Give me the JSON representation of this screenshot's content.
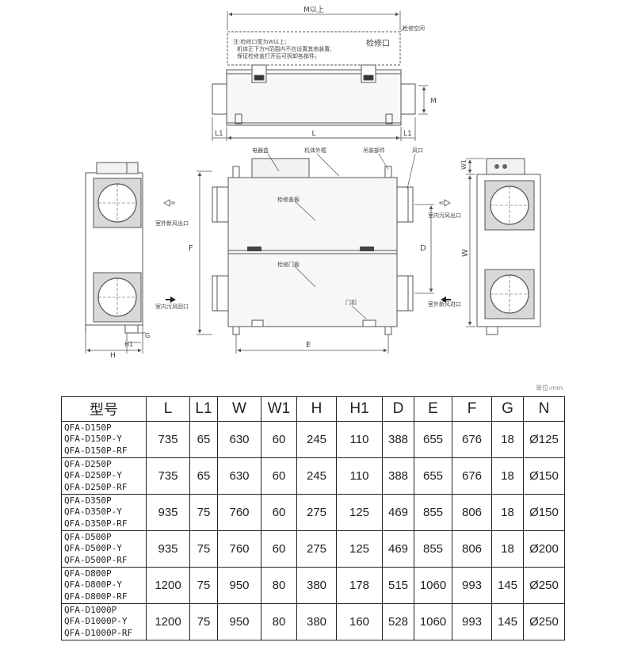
{
  "labels": {
    "top_width": "M以上",
    "note_lines": [
      "注:检修口宽为W以上;",
      "机体正下方H范围内不应设置其他装置,",
      "保证检修盖打开后可拆卸各部件。"
    ],
    "access_port": "检修口",
    "access_space": "检修空间",
    "dim_L": "L",
    "dim_L1": "L1",
    "dim_M": "M",
    "electric_box": "电器盒",
    "body_frame": "机体外框",
    "hanger": "吊装部件",
    "air_port": "风口",
    "access_cover": "检修盖板",
    "access_door": "检修门板",
    "latch": "门扣",
    "outdoor_fresh_out": "室外新风出口",
    "indoor_exhaust_back": "室内污风回口",
    "indoor_exhaust_out": "室内污风出口",
    "outdoor_fresh_in": "室外新风进口",
    "dim_F": "F",
    "dim_D": "D",
    "dim_E": "E",
    "dim_G": "G",
    "dim_H1": "H1",
    "dim_H": "H",
    "dim_W1": "W1",
    "dim_W": "W",
    "unit": "单位:mm"
  },
  "table": {
    "headers": [
      "型号",
      "L",
      "L1",
      "W",
      "W1",
      "H",
      "H1",
      "D",
      "E",
      "F",
      "G",
      "N"
    ],
    "rows": [
      {
        "models": [
          "QFA-D150P",
          "QFA-D150P-Y",
          "QFA-D150P-RF"
        ],
        "values": [
          "735",
          "65",
          "630",
          "60",
          "245",
          "110",
          "388",
          "655",
          "676",
          "18",
          "Ø125"
        ]
      },
      {
        "models": [
          "QFA-D250P",
          "QFA-D250P-Y",
          "QFA-D250P-RF"
        ],
        "values": [
          "735",
          "65",
          "630",
          "60",
          "245",
          "110",
          "388",
          "655",
          "676",
          "18",
          "Ø150"
        ]
      },
      {
        "models": [
          "QFA-D350P",
          "QFA-D350P-Y",
          "QFA-D350P-RF"
        ],
        "values": [
          "935",
          "75",
          "760",
          "60",
          "275",
          "125",
          "469",
          "855",
          "806",
          "18",
          "Ø150"
        ]
      },
      {
        "models": [
          "QFA-D500P",
          "QFA-D500P-Y",
          "QFA-D500P-RF"
        ],
        "values": [
          "935",
          "75",
          "760",
          "60",
          "275",
          "125",
          "469",
          "855",
          "806",
          "18",
          "Ø200"
        ]
      },
      {
        "models": [
          "QFA-D800P",
          "QFA-D800P-Y",
          "QFA-D800P-RF"
        ],
        "values": [
          "1200",
          "75",
          "950",
          "80",
          "380",
          "178",
          "515",
          "1060",
          "993",
          "145",
          "Ø250"
        ]
      },
      {
        "models": [
          "QFA-D1000P",
          "QFA-D1000P-Y",
          "QFA-D1000P-RF"
        ],
        "values": [
          "1200",
          "75",
          "950",
          "80",
          "380",
          "160",
          "528",
          "1060",
          "993",
          "145",
          "Ø250"
        ]
      }
    ]
  }
}
